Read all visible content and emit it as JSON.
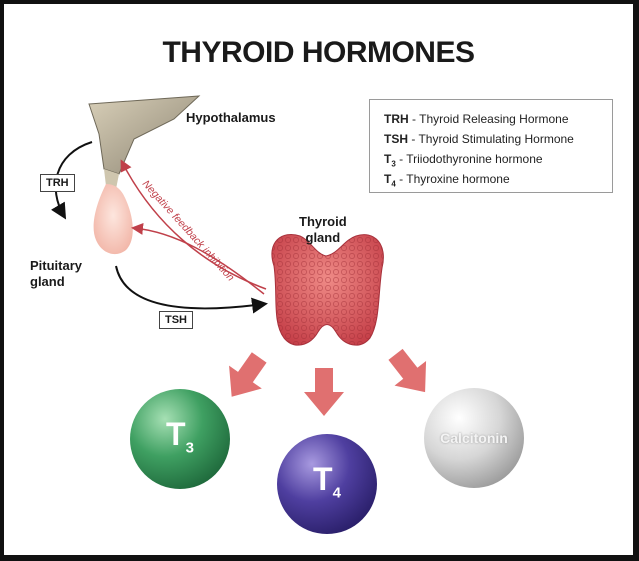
{
  "title": "THYROID HORMONES",
  "labels": {
    "hypothalamus": "Hypothalamus",
    "pituitary_line1": "Pituitary",
    "pituitary_line2": "gland",
    "thyroid_line1": "Thyroid",
    "thyroid_line2": "gland",
    "feedback": "Negative feedback inhibition",
    "trh_tag": "TRH",
    "tsh_tag": "TSH"
  },
  "legend": [
    {
      "abbr": "TRH",
      "sub": "",
      "desc": " - Thyroid Releasing Hormone"
    },
    {
      "abbr": "TSH",
      "sub": "",
      "desc": " - Thyroid Stimulating Hormone"
    },
    {
      "abbr": "T",
      "sub": "3",
      "desc": " - Triiodothyronine hormone"
    },
    {
      "abbr": "T",
      "sub": "4",
      "desc": " - Thyroxine hormone"
    }
  ],
  "hormones": {
    "t3": {
      "letter": "T",
      "sub": "3",
      "color": "#3a9a5c"
    },
    "t4": {
      "letter": "T",
      "sub": "4",
      "color": "#4a3a9a"
    },
    "calcitonin": {
      "label": "Calcitonin",
      "color": "#c8c8c8"
    }
  },
  "colors": {
    "arrow": "#e07070",
    "thyroid": "#d2505a",
    "feedback": "#c0404a"
  }
}
